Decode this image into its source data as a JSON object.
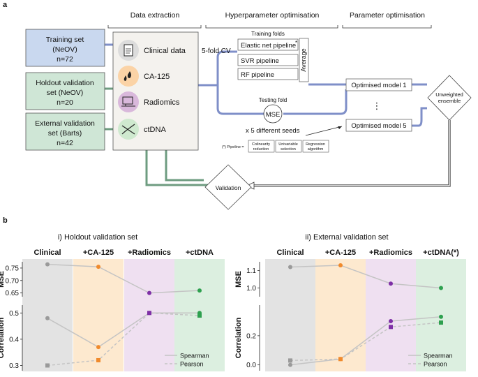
{
  "panel_a": {
    "label": "a",
    "sections": {
      "data_extraction": "Data extraction",
      "hyperparameter": "Hyperparameter optimisation",
      "parameter": "Parameter optimisation"
    },
    "datasets": {
      "training": [
        "Training set",
        "(NeOV)",
        "n=72"
      ],
      "holdout": [
        "Holdout validation",
        "set (NeOV)",
        "n=20"
      ],
      "external": [
        "External validation",
        "set (Barts)",
        "n=42"
      ]
    },
    "features": [
      "Clinical data",
      "CA-125",
      "Radiomics",
      "ctDNA"
    ],
    "cv_label": "5-fold CV",
    "training_folds": "Training folds",
    "pipelines": [
      "Elastic net pipeline",
      "SVR pipeline",
      "RF pipeline"
    ],
    "pipeline_star": "*",
    "average": "Average",
    "testing_fold": "Testing fold",
    "mse": "MSE",
    "optimised_1": "Optimised model 1",
    "dots": "⋮",
    "optimised_5": "Optimised model 5",
    "seeds": "x 5 different seeds",
    "ensemble": [
      "Unweighted",
      "ensemble"
    ],
    "validation": "Validation",
    "pipeline_note": "(*) Pipeline =",
    "pipeline_steps": [
      [
        "Colinearity",
        "reduction"
      ],
      [
        "Univariable",
        "selection"
      ],
      [
        "Regression",
        "algorithm"
      ]
    ],
    "colors": {
      "blue_box": "#c9d8ef",
      "green_box": "#cfe6d6",
      "blue_line": "#7f8fc8",
      "green_line": "#6e9c80",
      "clinical_icon": "#dcdcdc",
      "ca125_icon": "#fbd3a6",
      "radiomics_icon": "#d9b8db",
      "ctdna_icon": "#cfe9cf"
    }
  },
  "panel_b": {
    "label": "b",
    "legend": [
      "Spearman",
      "Pearson"
    ],
    "colors": {
      "clinical": "#9a9a9a",
      "ca125": "#f08a2c",
      "radiomics": "#7e2fa6",
      "ctdna": "#2ea04f",
      "band_clinical": "#e3e3e3",
      "band_ca125": "#fde9cf",
      "band_radiomics": "#efe0f1",
      "band_ctdna": "#dcefe0",
      "line": "#c4c4c4"
    }
  },
  "chart_data": [
    {
      "type": "line",
      "title": "i) Holdout validation set",
      "categories": [
        "Clinical",
        "+CA-125",
        "+Radiomics",
        "+ctDNA"
      ],
      "panels": [
        {
          "ylabel": "MSE",
          "ylim": [
            0.635,
            0.775
          ],
          "yticks": [
            0.65,
            0.7,
            0.75
          ],
          "series": [
            {
              "values": [
                0.765,
                0.755,
                0.65,
                0.66
              ]
            }
          ]
        },
        {
          "ylabel": "Correlation",
          "ylim": [
            0.28,
            0.53
          ],
          "yticks": [
            0.3,
            0.4,
            0.5
          ],
          "series": [
            {
              "name": "Spearman",
              "values": [
                0.48,
                0.37,
                0.5,
                0.5
              ]
            },
            {
              "name": "Pearson",
              "values": [
                0.3,
                0.32,
                0.5,
                0.49
              ]
            }
          ]
        }
      ]
    },
    {
      "type": "line",
      "title": "ii) External validation set",
      "categories": [
        "Clinical",
        "+CA-125",
        "+Radiomics",
        "+ctDNA(*)"
      ],
      "panels": [
        {
          "ylabel": "MSE",
          "ylim": [
            0.95,
            1.15
          ],
          "yticks": [
            1.0,
            1.1
          ],
          "series": [
            {
              "values": [
                1.12,
                1.13,
                1.025,
                1.0
              ]
            }
          ]
        },
        {
          "ylabel": "Correlation",
          "ylim": [
            -0.04,
            0.41
          ],
          "yticks": [
            0.0,
            0.2
          ],
          "series": [
            {
              "name": "Spearman",
              "values": [
                0.0,
                0.04,
                0.3,
                0.33
              ]
            },
            {
              "name": "Pearson",
              "values": [
                0.03,
                0.04,
                0.26,
                0.29
              ]
            }
          ]
        }
      ]
    }
  ]
}
